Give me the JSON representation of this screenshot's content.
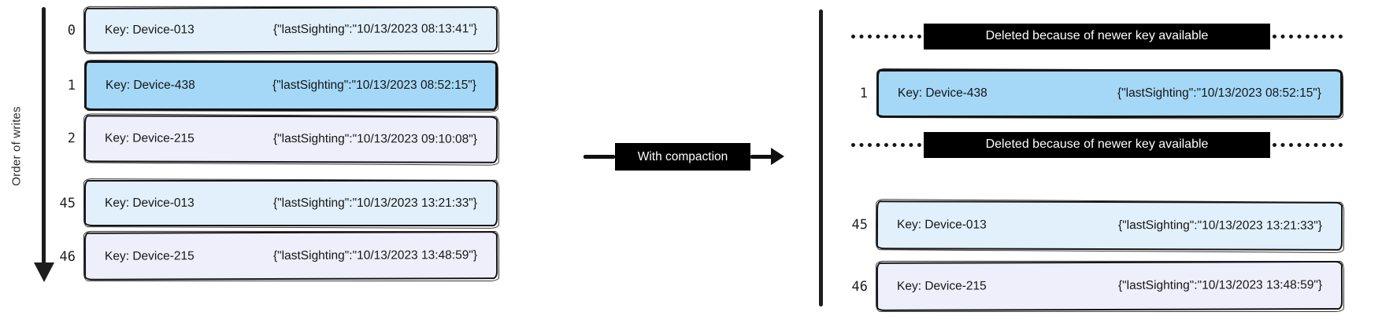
{
  "colors": {
    "ink": "#141414",
    "fill-light-blue": "#e1f0fb",
    "fill-blue": "#a5d8f7",
    "fill-lavender": "#efeefb",
    "label-box-bg": "#000000",
    "label-box-text": "#ffffff"
  },
  "left_panel": {
    "axis_label": "Order of writes",
    "rows": [
      {
        "index": "0",
        "key": "Key: Device-013",
        "value": "{\"lastSighting\":\"10/13/2023 08:13:41\"}"
      },
      {
        "index": "1",
        "key": "Key: Device-438",
        "value": "{\"lastSighting\":\"10/13/2023 08:52:15\"}"
      },
      {
        "index": "2",
        "key": "Key: Device-215",
        "value": "{\"lastSighting\":\"10/13/2023 09:10:08\"}"
      },
      {
        "index": "45",
        "key": "Key: Device-013",
        "value": "{\"lastSighting\":\"10/13/2023 13:21:33\"}"
      },
      {
        "index": "46",
        "key": "Key: Device-215",
        "value": "{\"lastSighting\":\"10/13/2023 13:48:59\"}"
      }
    ]
  },
  "compaction": {
    "label": "With compaction"
  },
  "right_panel": {
    "deleted_notices": [
      {
        "label": "Deleted because of newer key available"
      },
      {
        "label": "Deleted because of newer key available"
      }
    ],
    "rows": [
      {
        "index": "1",
        "key": "Key: Device-438",
        "value": "{\"lastSighting\":\"10/13/2023 08:52:15\"}"
      },
      {
        "index": "45",
        "key": "Key: Device-013",
        "value": "{\"lastSighting\":\"10/13/2023 13:21:33\"}"
      },
      {
        "index": "46",
        "key": "Key: Device-215",
        "value": "{\"lastSighting\":\"10/13/2023 13:48:59\"}"
      }
    ]
  }
}
